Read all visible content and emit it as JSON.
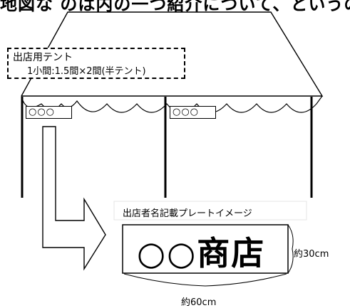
{
  "heading": "地図な のは内の一つ紹介について、というの",
  "tent_label": {
    "title": "出店用テント",
    "size": "1小間:1.5間×2間(半テント)"
  },
  "tent_signs": [
    "○○○",
    "○○○"
  ],
  "plate": {
    "caption": "出店者名記載プレートイメージ",
    "main_text": "○○商店",
    "height": "約30cm",
    "width": "約60cm"
  }
}
